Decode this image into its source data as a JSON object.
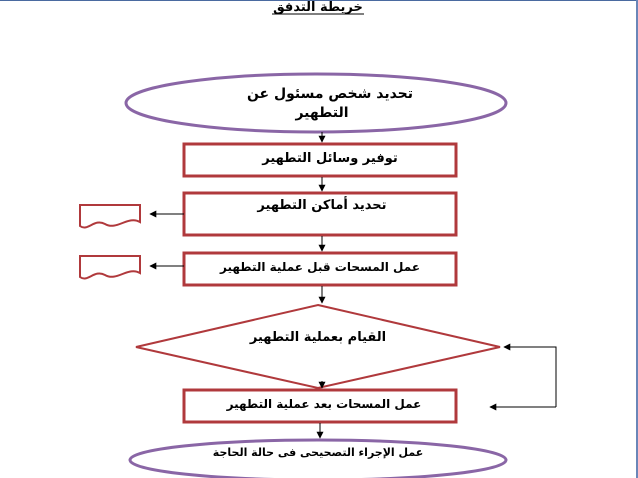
{
  "title": "خريطة التدفق",
  "nodes": {
    "start_line1": "تحديد شخص مسئول عن",
    "start_line2": "التطهير",
    "provide_tools": "توفير وسائل التطهير",
    "define_places": "تحديد أماكن التطهير",
    "swabs_before": "عمل المسحات قبل عملية التطهير",
    "perform_cleaning": "القيام بعملية التطهير",
    "swabs_after": "عمل المسحات بعد عملية التطهير",
    "corrective_action": "عمل الإجراء التصحيحى فى حالة الحاجة"
  },
  "colors": {
    "ellipse_stroke": "#8a66a6",
    "rect_stroke": "#b0393c",
    "diamond_stroke": "#b0393c",
    "arrow": "#000000",
    "document_stroke": "#b0393c",
    "frame": "#4a6aa0"
  }
}
